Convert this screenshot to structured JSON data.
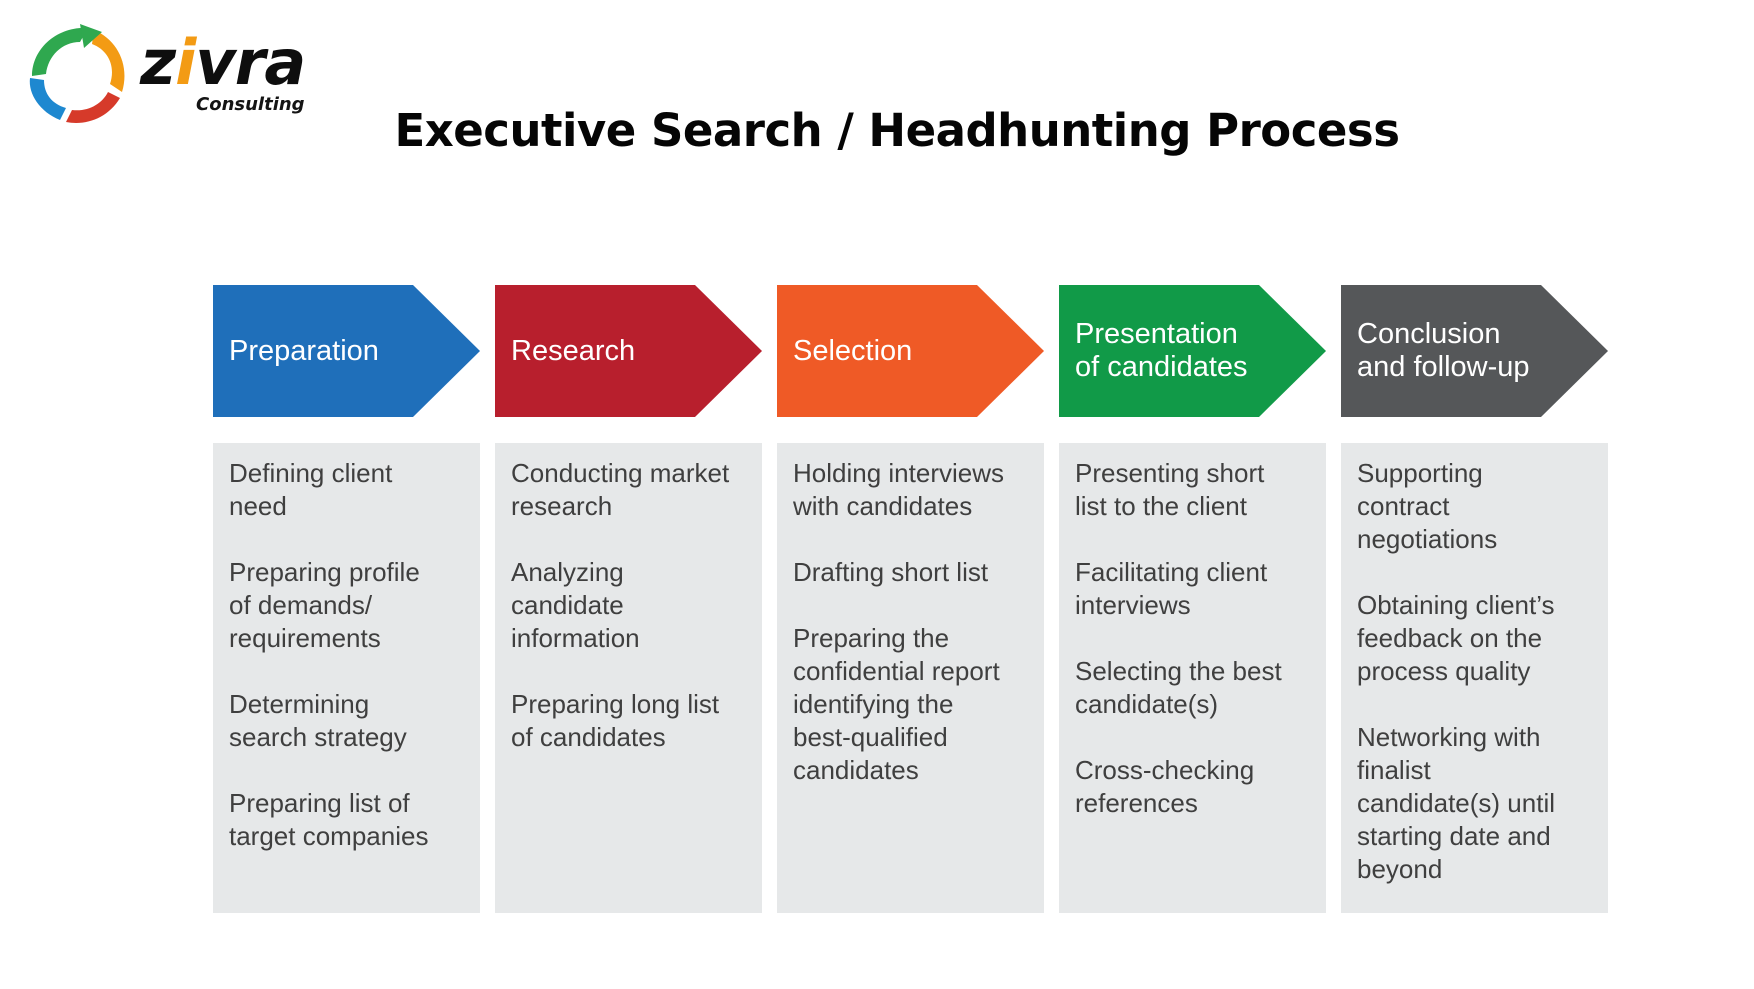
{
  "logo": {
    "word_before": "z",
    "word_i": "i",
    "word_after": "vra",
    "sub": "Consulting",
    "colors": {
      "green": "#2fa84f",
      "blue": "#1e88d0",
      "orange": "#f39b14",
      "red": "#d63a2a"
    }
  },
  "title": "Executive Search / Headhunting Process",
  "stages": [
    {
      "label": "Preparation",
      "color": "#1f6fba",
      "items": [
        "Defining client\nneed",
        "Preparing profile\nof demands/\nrequirements",
        "Determining\nsearch strategy",
        "Preparing list of\ntarget companies"
      ]
    },
    {
      "label": "Research",
      "color": "#b81f2d",
      "items": [
        "Conducting market\nresearch",
        "Analyzing\ncandidate\ninformation",
        "Preparing long list\nof candidates"
      ]
    },
    {
      "label": "Selection",
      "color": "#ef5a26",
      "items": [
        "Holding interviews\nwith candidates",
        "Drafting short list",
        "Preparing the\nconfidential report\nidentifying the\nbest-qualified\ncandidates"
      ]
    },
    {
      "label": "Presentation\nof candidates",
      "color": "#119a48",
      "items": [
        "Presenting short\nlist to the client",
        "Facilitating client\ninterviews",
        "Selecting the best\ncandidate(s)",
        "Cross-checking\nreferences"
      ]
    },
    {
      "label": "Conclusion\nand follow-up",
      "color": "#555759",
      "items": [
        "Supporting\ncontract\nnegotiations",
        "Obtaining client’s\nfeedback on the\nprocess quality",
        "Networking with\nfinalist\ncandidate(s) until\nstarting date and\nbeyond"
      ]
    }
  ]
}
